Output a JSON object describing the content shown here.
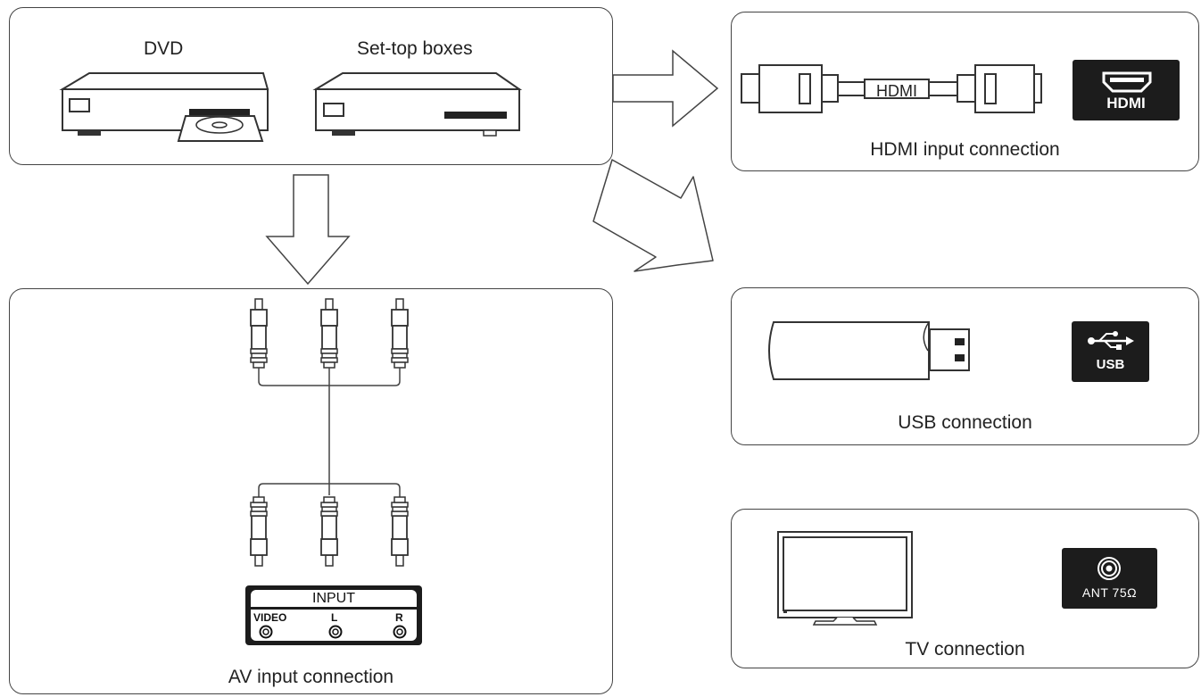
{
  "sources": {
    "dvd_label": "DVD",
    "stb_label": "Set-top boxes"
  },
  "hdmi": {
    "cable_label": "HDMI",
    "port_label": "HDMI",
    "caption": "HDMI input connection"
  },
  "usb": {
    "port_label": "USB",
    "caption": "USB connection"
  },
  "tv": {
    "port_label": "ANT 75Ω",
    "caption": "TV connection"
  },
  "av": {
    "panel_title": "INPUT",
    "jacks": [
      "VIDEO",
      "L",
      "R"
    ],
    "caption": "AV input connection"
  }
}
